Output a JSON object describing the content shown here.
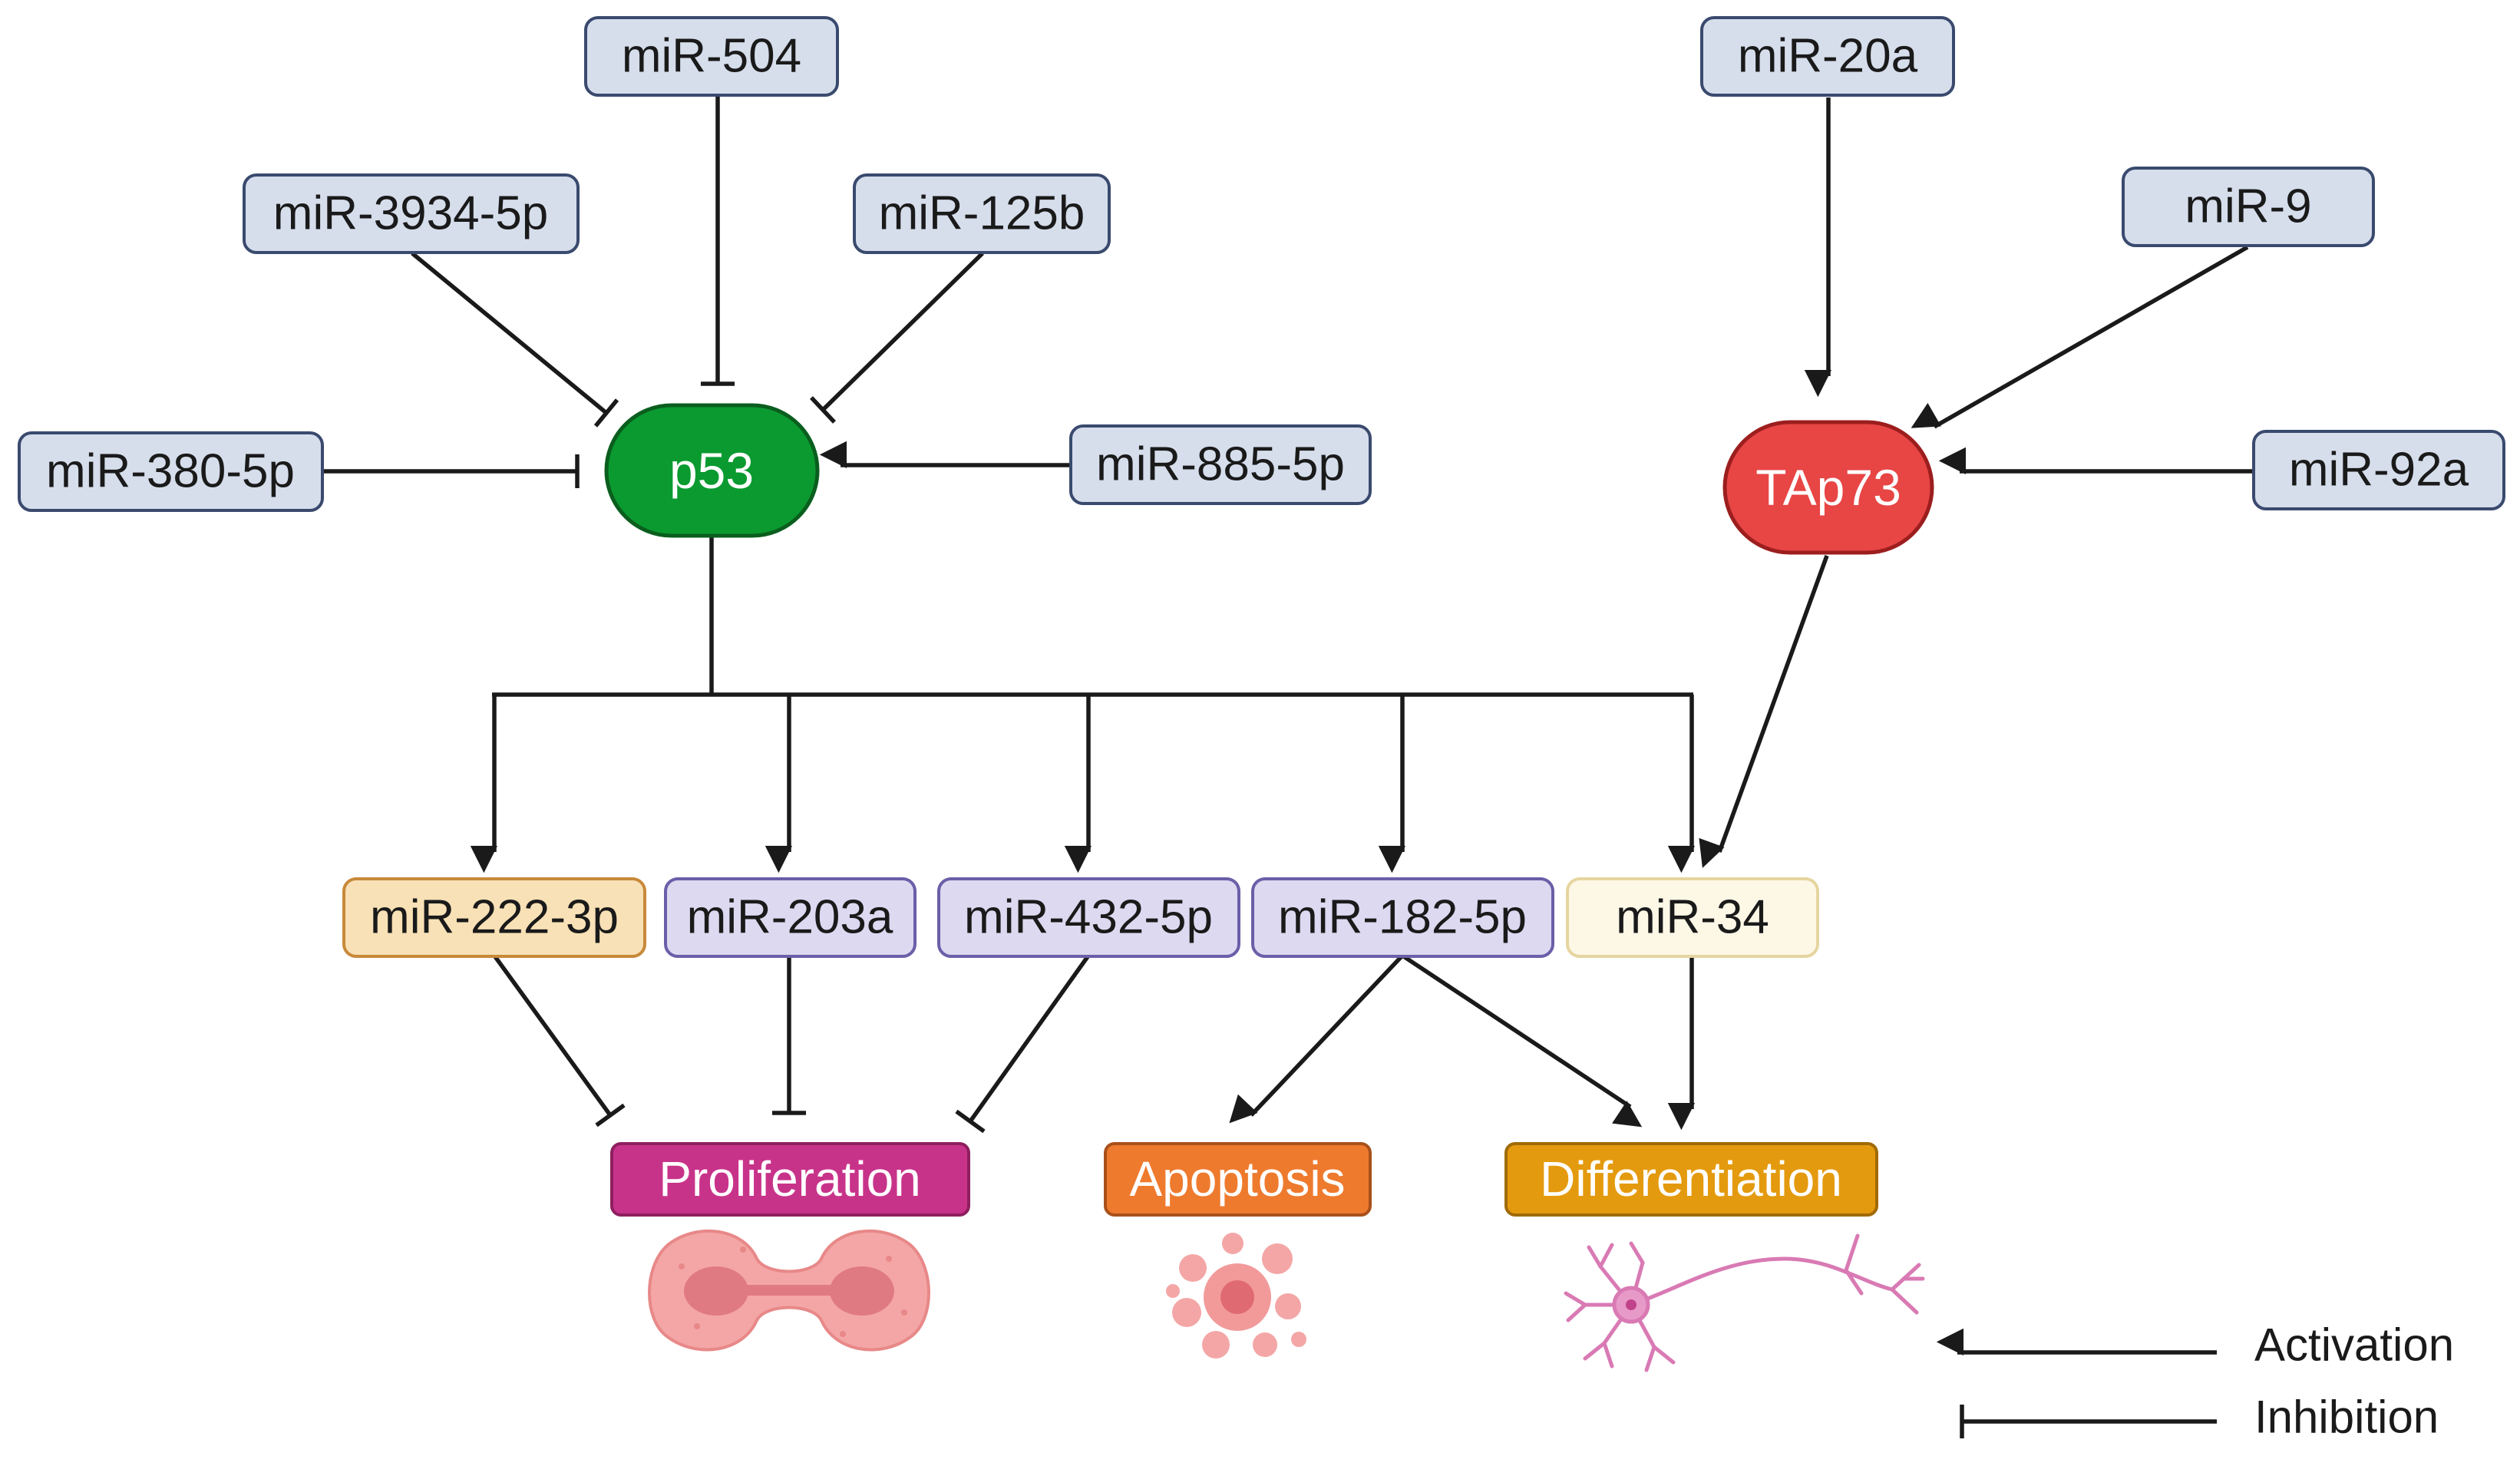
{
  "colors": {
    "mirna_input_fill": "#d6deec",
    "mirna_input_stroke": "#3a4a6e",
    "mirna_target_fill": "#dcd9f0",
    "mirna_target_stroke": "#6a5fa8",
    "mir222_fill": "#f8e1b6",
    "mir222_stroke": "#c8893a",
    "mir34_fill": "#fdf7e6",
    "mir34_stroke": "#e6d5a0",
    "p53_fill": "#0a9a30",
    "p53_stroke": "#0a5e1e",
    "tap73_fill": "#e84545",
    "tap73_stroke": "#9c1e1e",
    "proliferation_fill": "#c8338a",
    "apoptosis_fill": "#ee7a2e",
    "differentiation_fill": "#e49a0e",
    "line": "#1a1a1a"
  },
  "nodes": {
    "p53": "p53",
    "tap73": "TAp73",
    "mir_504": "miR-504",
    "mir_3934_5p": "miR-3934-5p",
    "mir_125b": "miR-125b",
    "mir_380_5p": "miR-380-5p",
    "mir_885_5p": "miR-885-5p",
    "mir_20a": "miR-20a",
    "mir_9": "miR-9",
    "mir_92a": "miR-92a",
    "mir_222_3p": "miR-222-3p",
    "mir_203a": "miR-203a",
    "mir_432_5p": "miR-432-5p",
    "mir_182_5p": "miR-182-5p",
    "mir_34": "miR-34"
  },
  "outcomes": {
    "proliferation": "Proliferation",
    "apoptosis": "Apoptosis",
    "differentiation": "Differentiation"
  },
  "icons": {
    "proliferation": "dividing-cell-icon",
    "apoptosis": "apoptotic-cell-icon",
    "differentiation": "neuron-icon"
  },
  "legend": {
    "activation": "Activation",
    "inhibition": "Inhibition"
  }
}
